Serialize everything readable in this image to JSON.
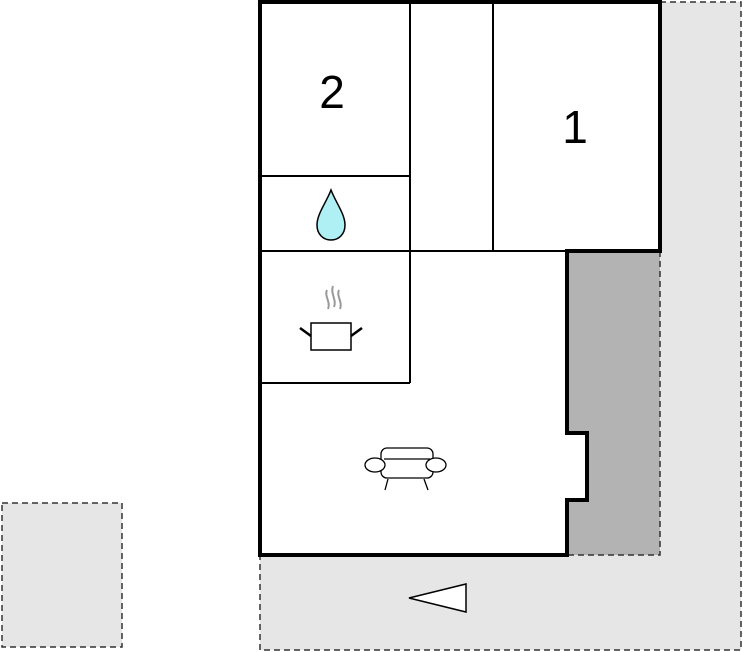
{
  "floorplan": {
    "rooms": [
      {
        "id": "bedroom-2",
        "label": "2"
      },
      {
        "id": "bedroom-1",
        "label": "1"
      },
      {
        "id": "bathroom",
        "label": "",
        "icon": "water-drop-icon"
      },
      {
        "id": "kitchen",
        "label": "",
        "icon": "cooking-pot-icon"
      },
      {
        "id": "living-room",
        "label": "",
        "icon": "sofa-icon"
      }
    ],
    "outdoor_areas": [
      "terrace",
      "covered-terrace",
      "outbuilding"
    ],
    "entrance_icon": "entrance-arrow-icon",
    "colors": {
      "wall": "#000000",
      "terrace": "#e6e6e6",
      "covered_terrace": "#b3b3b3",
      "water": "#aef0f4",
      "room_fill": "#ffffff"
    }
  }
}
